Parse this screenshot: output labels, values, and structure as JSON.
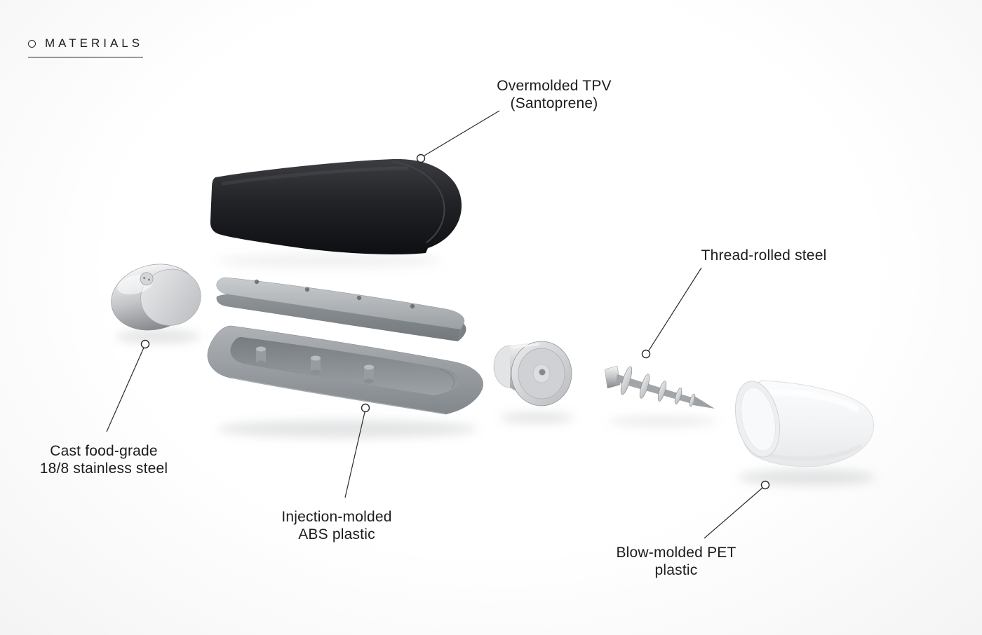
{
  "header": {
    "title": "MATERIALS"
  },
  "diagram": {
    "description": "Exploded view of handheld corkscrew tool with material callouts",
    "callouts": {
      "tpv": {
        "lines": [
          "Overmolded TPV",
          "(Santoprene)"
        ]
      },
      "thread": {
        "lines": [
          "Thread-rolled steel"
        ]
      },
      "stainless": {
        "lines": [
          "Cast food-grade",
          "18/8 stainless steel"
        ]
      },
      "abs": {
        "lines": [
          "Injection-molded",
          "ABS plastic"
        ]
      },
      "pet": {
        "lines": [
          "Blow-molded PET",
          "plastic"
        ]
      }
    },
    "parts": [
      {
        "name": "tpv-overmold",
        "material": "Overmolded TPV (Santoprene)",
        "color": "#1d1e21"
      },
      {
        "name": "abs-insert",
        "material": "Injection-molded ABS plastic",
        "color": "#9aa0a4"
      },
      {
        "name": "abs-tray",
        "material": "Injection-molded ABS plastic",
        "color": "#8f9498"
      },
      {
        "name": "stainless-end-cap",
        "material": "Cast food-grade 18/8 stainless steel",
        "color": "#c6c8ca"
      },
      {
        "name": "steel-collar",
        "material": "Thread-rolled steel",
        "color": "#c6c8ca"
      },
      {
        "name": "steel-worm",
        "material": "Thread-rolled steel",
        "color": "#b7b9bc"
      },
      {
        "name": "pet-capsule",
        "material": "Blow-molded PET plastic",
        "color": "#f2f3f5"
      }
    ],
    "colors": {
      "background": "#fdfdfe",
      "text": "#1b1c1e",
      "line": "#2b2b2d"
    }
  }
}
